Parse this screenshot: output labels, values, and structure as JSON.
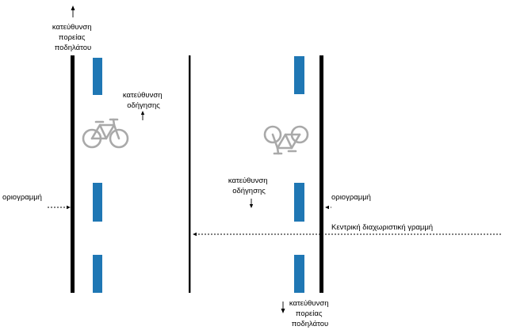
{
  "labels": {
    "cyclist_direction_left": [
      "κατεύθυνση",
      "πορείας",
      "ποδηλάτου"
    ],
    "cyclist_direction_right": [
      "κατεύθυνση",
      "πορείας",
      "ποδηλάτου"
    ],
    "travel_direction_left": [
      "κατεύθυνση",
      "οδήγησης"
    ],
    "travel_direction_right": [
      "κατεύθυνση",
      "οδήγησης"
    ],
    "edge_line_left": "οριογραμμή",
    "edge_line_right": "οριογραμμή",
    "centre_line": "Κεντρική διαχωριστική γραμμή"
  },
  "colors": {
    "lane_marking": "#1f77b4",
    "edge_line": "#000000",
    "bicycle_symbol": "#a9a9a9"
  },
  "icons": {
    "left_lane_symbol": "bicycle-icon",
    "right_lane_symbol": "bicycle-icon"
  }
}
